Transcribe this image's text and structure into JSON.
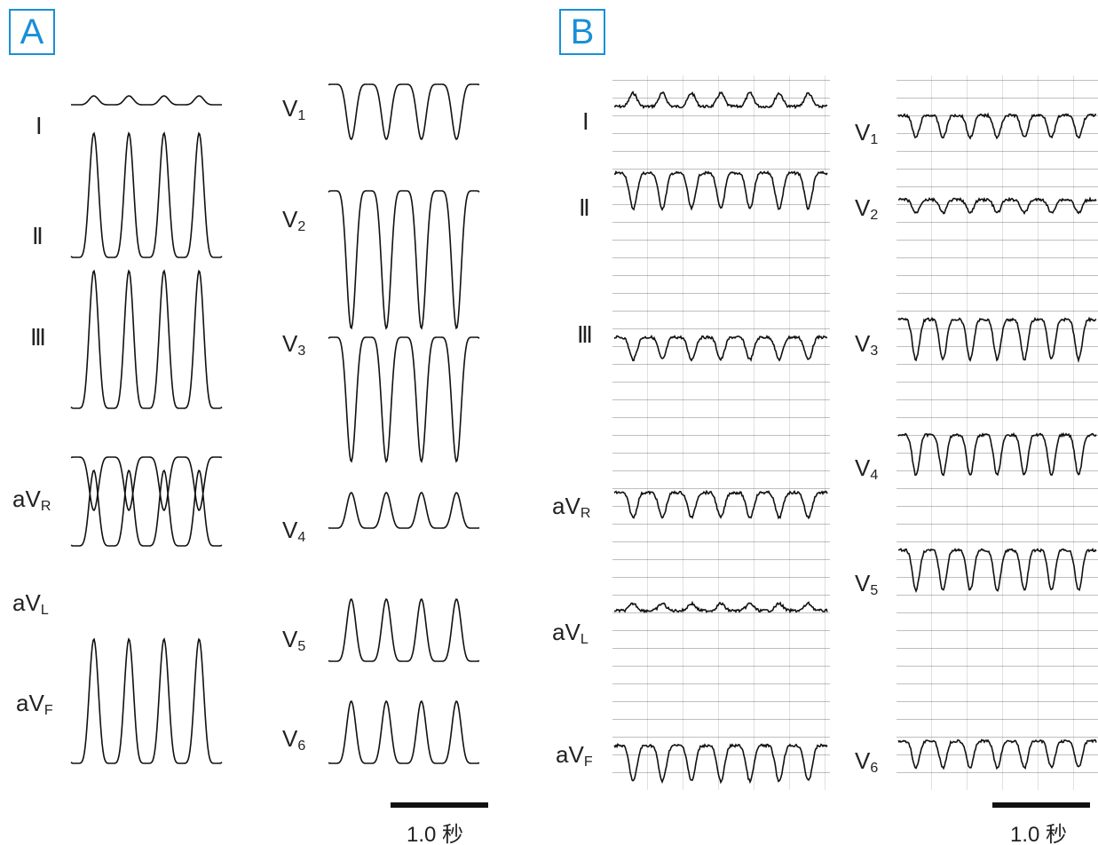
{
  "panels": [
    {
      "letter": "A",
      "limb_leads": [
        "Ⅰ",
        "Ⅱ",
        "Ⅲ",
        "aV",
        "aV",
        "aV"
      ],
      "limb_subs": [
        "",
        "",
        "",
        "R",
        "L",
        "F"
      ],
      "chest_leads": [
        "V",
        "V",
        "V",
        "V",
        "V",
        "V"
      ],
      "chest_subs": [
        "1",
        "2",
        "3",
        "4",
        "5",
        "6"
      ],
      "scale": "1.0 秒"
    },
    {
      "letter": "B",
      "limb_leads": [
        "Ⅰ",
        "Ⅱ",
        "Ⅲ",
        "aV",
        "aV",
        "aV"
      ],
      "limb_subs": [
        "",
        "",
        "",
        "R",
        "L",
        "F"
      ],
      "chest_leads": [
        "V",
        "V",
        "V",
        "V",
        "V",
        "V"
      ],
      "chest_subs": [
        "1",
        "2",
        "3",
        "4",
        "5",
        "6"
      ],
      "scale": "1.0 秒"
    }
  ],
  "colors": {
    "accent": "#1a8fd6",
    "trace": "#111111"
  }
}
